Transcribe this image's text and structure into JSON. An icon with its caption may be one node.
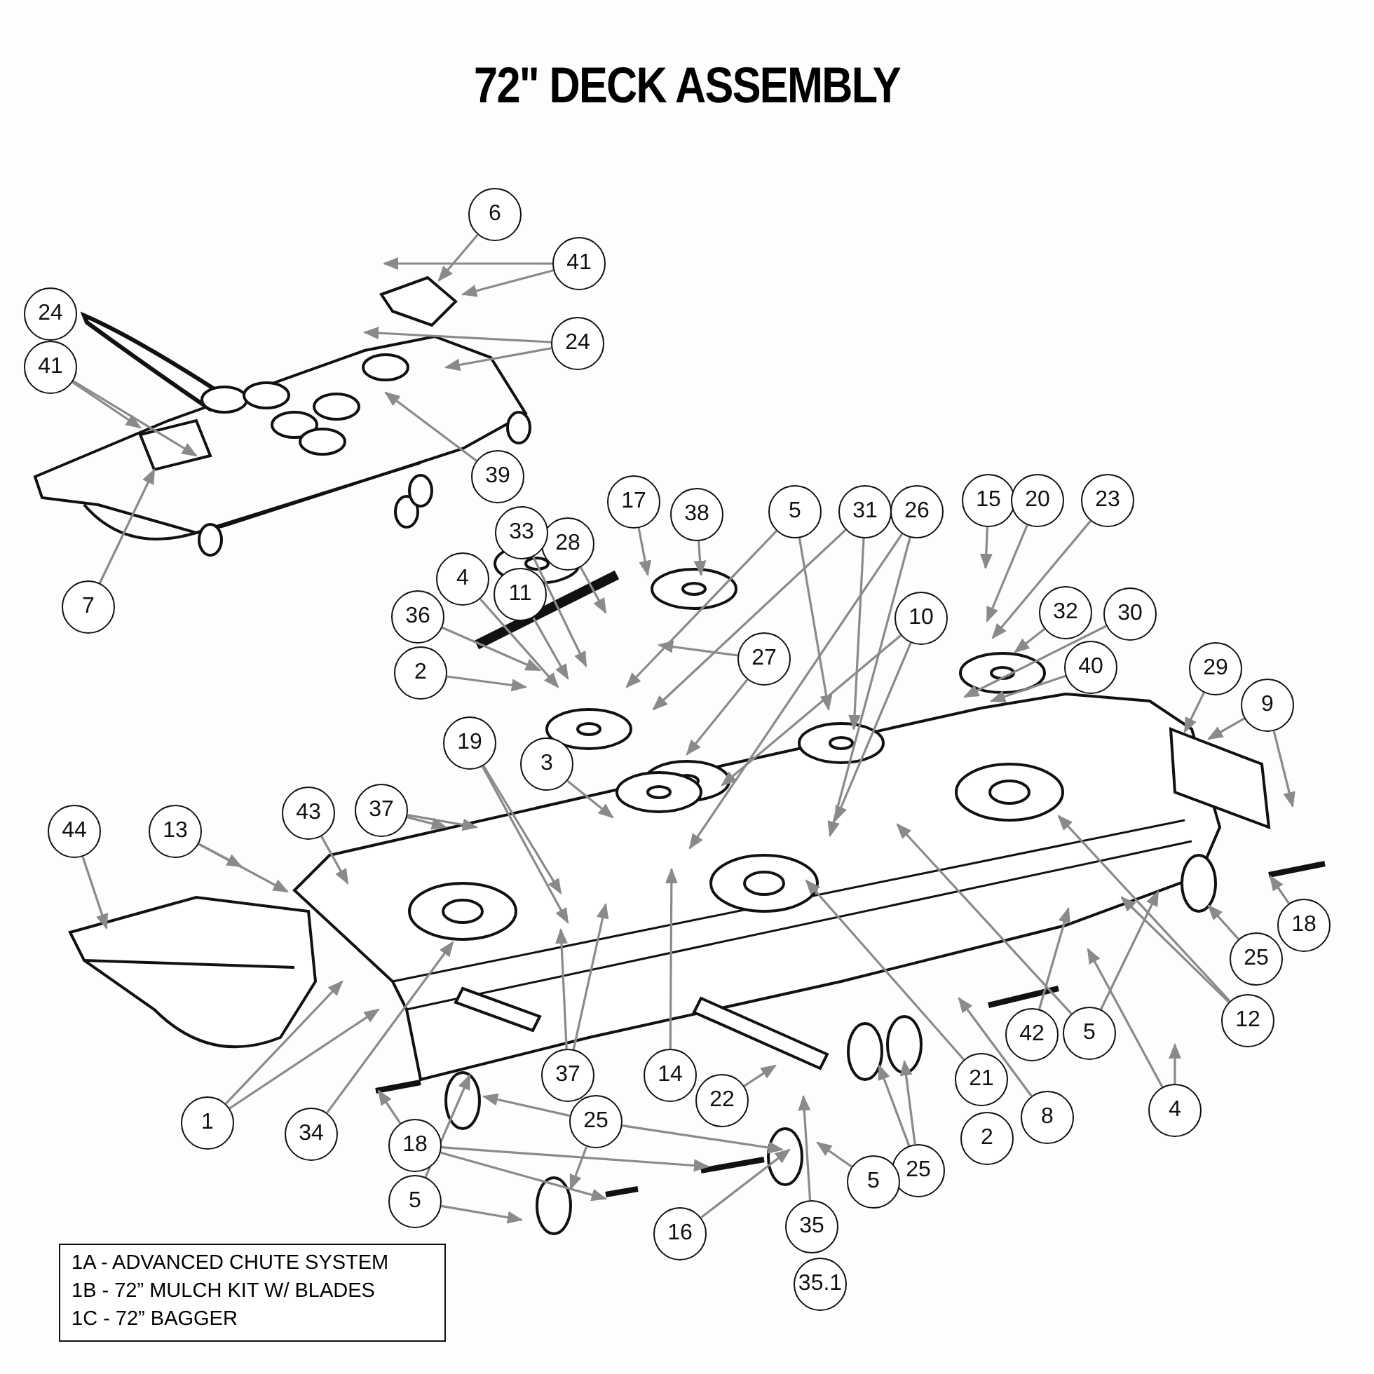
{
  "diagram": {
    "title": "72\" DECK ASSEMBLY",
    "nodes": [
      {
        "text": [
          "6"
        ]
      },
      {
        "text": [
          "41"
        ]
      },
      {
        "text": [
          "24"
        ]
      },
      {
        "text": [
          "24"
        ]
      },
      {
        "text": [
          "41"
        ]
      },
      {
        "text": [
          "39"
        ]
      },
      {
        "text": [
          "7"
        ]
      },
      {
        "text": [
          "17"
        ]
      },
      {
        "text": [
          "38"
        ]
      },
      {
        "text": [
          "28"
        ]
      },
      {
        "text": [
          "33"
        ]
      },
      {
        "text": [
          "11"
        ]
      },
      {
        "text": [
          "4"
        ]
      },
      {
        "text": [
          "36"
        ]
      },
      {
        "text": [
          "2"
        ]
      },
      {
        "text": [
          "5"
        ]
      },
      {
        "text": [
          "31"
        ]
      },
      {
        "text": [
          "26"
        ]
      },
      {
        "text": [
          "27"
        ]
      },
      {
        "text": [
          "10"
        ]
      },
      {
        "text": [
          "15"
        ]
      },
      {
        "text": [
          "20"
        ]
      },
      {
        "text": [
          "23"
        ]
      },
      {
        "text": [
          "32"
        ]
      },
      {
        "text": [
          "30"
        ]
      },
      {
        "text": [
          "40"
        ]
      },
      {
        "text": [
          "29"
        ]
      },
      {
        "text": [
          "9"
        ]
      },
      {
        "text": [
          "19"
        ]
      },
      {
        "text": [
          "3"
        ]
      },
      {
        "text": [
          "37"
        ]
      },
      {
        "text": [
          "43"
        ]
      },
      {
        "text": [
          "13"
        ]
      },
      {
        "text": [
          "44"
        ]
      },
      {
        "text": [
          "18"
        ]
      },
      {
        "text": [
          "25"
        ]
      },
      {
        "text": [
          "12"
        ]
      },
      {
        "text": [
          "42"
        ]
      },
      {
        "text": [
          "5"
        ]
      },
      {
        "text": [
          "4"
        ]
      },
      {
        "text": [
          "1"
        ]
      },
      {
        "text": [
          "34"
        ]
      },
      {
        "text": [
          "37"
        ]
      },
      {
        "text": [
          "14"
        ]
      },
      {
        "text": [
          "22"
        ]
      },
      {
        "text": [
          "21"
        ]
      },
      {
        "text": [
          "2"
        ]
      },
      {
        "text": [
          "8"
        ]
      },
      {
        "text": [
          "25"
        ]
      },
      {
        "text": [
          "25"
        ]
      },
      {
        "text": [
          "18"
        ]
      },
      {
        "text": [
          "5"
        ]
      },
      {
        "text": [
          "16"
        ]
      },
      {
        "text": [
          "35"
        ]
      },
      {
        "text": [
          "35.1"
        ]
      },
      {
        "text": [
          "5"
        ]
      }
    ],
    "edges": [
      {
        "from": 0,
        "to": null,
        "arrow": "to"
      },
      {
        "from": 1,
        "to": null,
        "arrow": "to"
      },
      {
        "from": 1,
        "to": null,
        "arrow": "to"
      },
      {
        "from": 3,
        "to": null,
        "arrow": "to"
      },
      {
        "from": 3,
        "to": null,
        "arrow": "to"
      },
      {
        "from": 4,
        "to": null,
        "arrow": "to"
      },
      {
        "from": 4,
        "to": null,
        "arrow": "to"
      },
      {
        "from": 5,
        "to": null,
        "arrow": "to"
      },
      {
        "from": 6,
        "to": null,
        "arrow": "to"
      },
      {
        "from": 7,
        "to": null,
        "arrow": "to"
      },
      {
        "from": 8,
        "to": null,
        "arrow": "to"
      },
      {
        "from": 9,
        "to": null,
        "arrow": "to"
      },
      {
        "from": 10,
        "to": null,
        "arrow": "to"
      },
      {
        "from": 11,
        "to": null,
        "arrow": "to"
      },
      {
        "from": 12,
        "to": null,
        "arrow": "to"
      },
      {
        "from": 13,
        "to": null,
        "arrow": "to"
      },
      {
        "from": 14,
        "to": null,
        "arrow": "to"
      },
      {
        "from": 15,
        "to": null,
        "arrow": "to"
      },
      {
        "from": 15,
        "to": null,
        "arrow": "to"
      },
      {
        "from": 16,
        "to": null,
        "arrow": "to"
      },
      {
        "from": 16,
        "to": null,
        "arrow": "to"
      },
      {
        "from": 17,
        "to": null,
        "arrow": "to"
      },
      {
        "from": 17,
        "to": null,
        "arrow": "to"
      },
      {
        "from": 18,
        "to": null,
        "arrow": "to"
      },
      {
        "from": 18,
        "to": null,
        "arrow": "to"
      },
      {
        "from": 19,
        "to": null,
        "arrow": "to"
      },
      {
        "from": 19,
        "to": null,
        "arrow": "to"
      },
      {
        "from": 20,
        "to": null,
        "arrow": "to"
      },
      {
        "from": 21,
        "to": null,
        "arrow": "to"
      },
      {
        "from": 22,
        "to": null,
        "arrow": "to"
      },
      {
        "from": 23,
        "to": null,
        "arrow": "to"
      },
      {
        "from": 24,
        "to": null,
        "arrow": "to"
      },
      {
        "from": 25,
        "to": null,
        "arrow": "to"
      },
      {
        "from": 26,
        "to": null,
        "arrow": "to"
      },
      {
        "from": 27,
        "to": null,
        "arrow": "to"
      },
      {
        "from": 27,
        "to": null,
        "arrow": "to"
      },
      {
        "from": 28,
        "to": null,
        "arrow": "to"
      },
      {
        "from": 28,
        "to": null,
        "arrow": "to"
      },
      {
        "from": 29,
        "to": null,
        "arrow": "to"
      },
      {
        "from": 30,
        "to": null,
        "arrow": "to"
      },
      {
        "from": 30,
        "to": null,
        "arrow": "to"
      },
      {
        "from": 31,
        "to": null,
        "arrow": "to"
      },
      {
        "from": 32,
        "to": null,
        "arrow": "to"
      },
      {
        "from": 32,
        "to": null,
        "arrow": "to"
      },
      {
        "from": 33,
        "to": null,
        "arrow": "to"
      },
      {
        "from": 34,
        "to": null,
        "arrow": "to"
      },
      {
        "from": 35,
        "to": null,
        "arrow": "to"
      },
      {
        "from": 36,
        "to": null,
        "arrow": "to"
      },
      {
        "from": 36,
        "to": null,
        "arrow": "to"
      },
      {
        "from": 37,
        "to": null,
        "arrow": "to"
      },
      {
        "from": 38,
        "to": null,
        "arrow": "to"
      },
      {
        "from": 38,
        "to": null,
        "arrow": "to"
      },
      {
        "from": 39,
        "to": null,
        "arrow": "to"
      },
      {
        "from": 39,
        "to": null,
        "arrow": "to"
      },
      {
        "from": 40,
        "to": null,
        "arrow": "to"
      },
      {
        "from": 40,
        "to": null,
        "arrow": "to"
      },
      {
        "from": 41,
        "to": null,
        "arrow": "to"
      },
      {
        "from": 42,
        "to": null,
        "arrow": "to"
      },
      {
        "from": 42,
        "to": null,
        "arrow": "to"
      },
      {
        "from": 43,
        "to": null,
        "arrow": "to"
      },
      {
        "from": 44,
        "to": null,
        "arrow": "to"
      },
      {
        "from": 45,
        "to": null,
        "arrow": "to"
      },
      {
        "from": 47,
        "to": null,
        "arrow": "to"
      },
      {
        "from": 48,
        "to": null,
        "arrow": "to"
      },
      {
        "from": 48,
        "to": null,
        "arrow": "to"
      },
      {
        "from": 49,
        "to": null,
        "arrow": "to"
      },
      {
        "from": 49,
        "to": null,
        "arrow": "to"
      },
      {
        "from": 49,
        "to": null,
        "arrow": "to"
      },
      {
        "from": 50,
        "to": null,
        "arrow": "to"
      },
      {
        "from": 50,
        "to": null,
        "arrow": "to"
      },
      {
        "from": 50,
        "to": null,
        "arrow": "to"
      },
      {
        "from": 51,
        "to": null,
        "arrow": "to"
      },
      {
        "from": 51,
        "to": null,
        "arrow": "to"
      },
      {
        "from": 52,
        "to": null,
        "arrow": "to"
      },
      {
        "from": 53,
        "to": null,
        "arrow": "to"
      },
      {
        "from": 55,
        "to": null,
        "arrow": "to"
      }
    ],
    "labels": [
      "1A - ADVANCED CHUTE SYSTEM",
      "1B - 72” MULCH KIT W/ BLADES",
      "1C - 72” BAGGER"
    ]
  }
}
